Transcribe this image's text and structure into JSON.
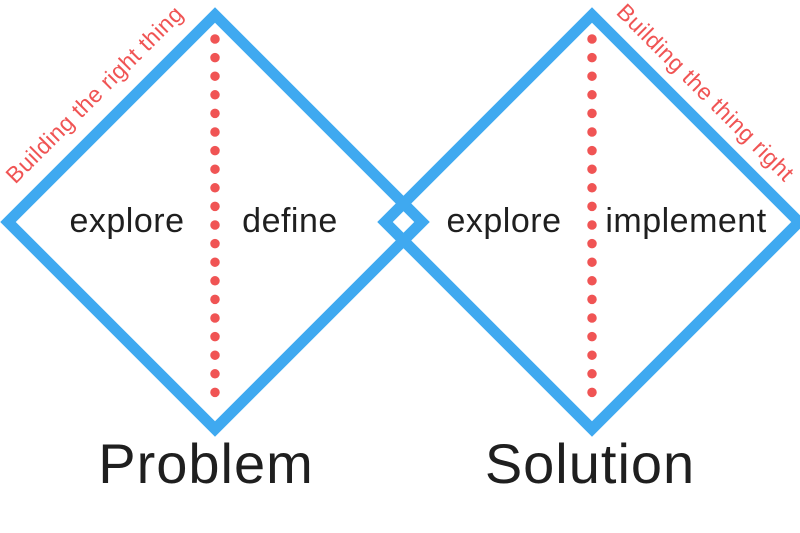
{
  "colors": {
    "background": "#ffffff",
    "diamond_stroke": "#3fa9f0",
    "dotted_line": "#f05454",
    "annotation": "#f05454",
    "text": "#1f1f1f"
  },
  "left_diamond": {
    "annotation": "Building the right thing",
    "phase_left": "explore",
    "phase_right": "define",
    "title": "Problem"
  },
  "right_diamond": {
    "annotation": "Building the thing right",
    "phase_left": "explore",
    "phase_right": "implement",
    "title": "Solution"
  }
}
